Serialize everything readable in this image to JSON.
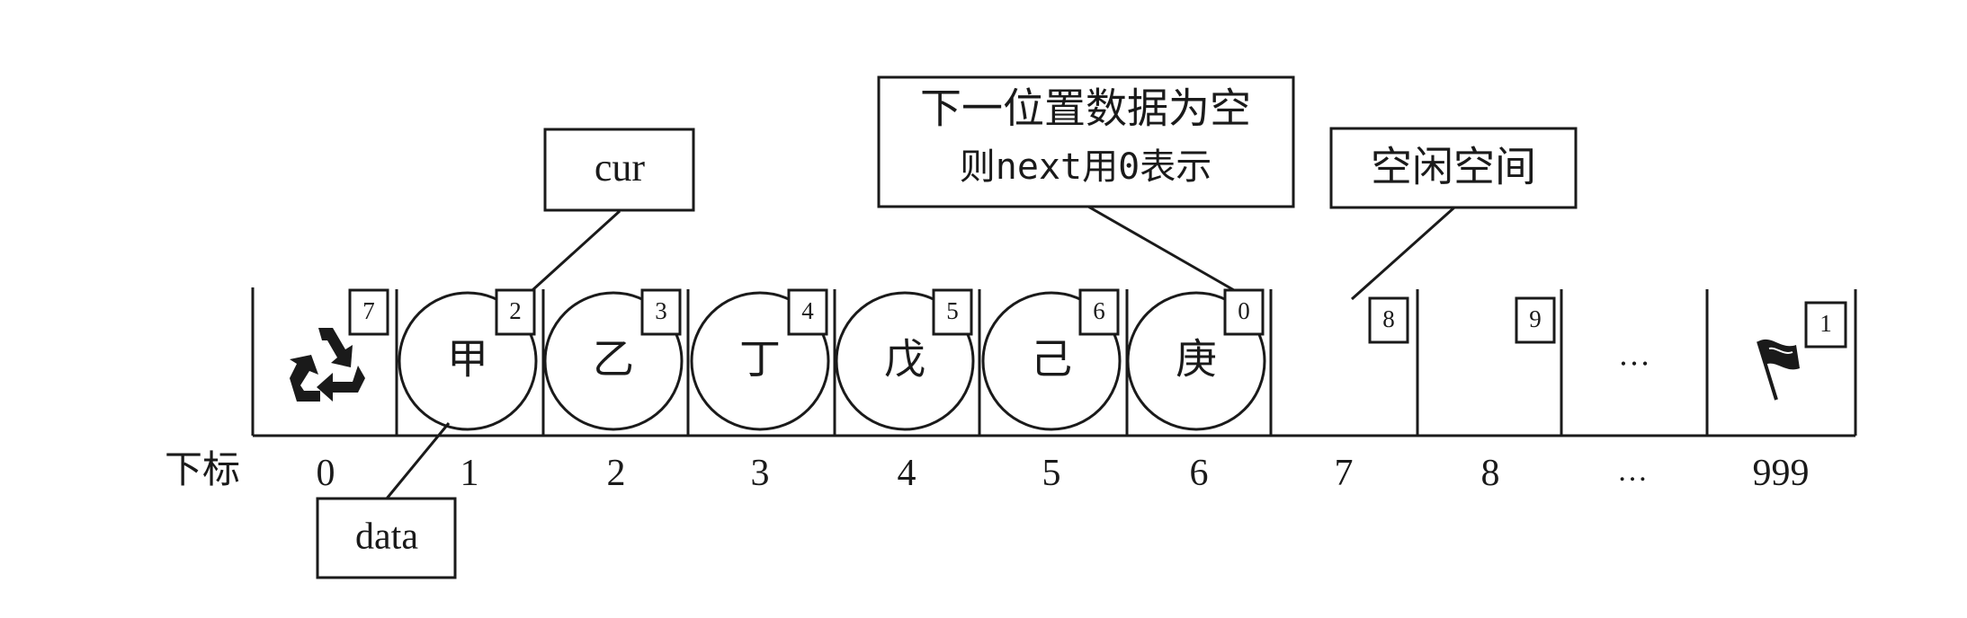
{
  "index_label": "下标",
  "cells": [
    {
      "index": "0",
      "data": "",
      "next": "7",
      "icon": "recycle-icon"
    },
    {
      "index": "1",
      "data": "甲",
      "next": "2"
    },
    {
      "index": "2",
      "data": "乙",
      "next": "3"
    },
    {
      "index": "3",
      "data": "丁",
      "next": "4"
    },
    {
      "index": "4",
      "data": "戊",
      "next": "5"
    },
    {
      "index": "5",
      "data": "己",
      "next": "6"
    },
    {
      "index": "6",
      "data": "庚",
      "next": "0"
    },
    {
      "index": "7",
      "data": "",
      "next": "8"
    },
    {
      "index": "8",
      "data": "",
      "next": "9"
    },
    {
      "index": "…",
      "data": "…",
      "next": ""
    },
    {
      "index": "999",
      "data": "",
      "next": "1",
      "icon": "flag-icon"
    }
  ],
  "callouts": {
    "cur": "cur",
    "data": "data",
    "next_empty_line1": "下一位置数据为空",
    "next_empty_line2": "则next用0表示",
    "free_space": "空闲空间"
  },
  "colors": {
    "line": "#1a1a1a",
    "background": "#ffffff"
  }
}
